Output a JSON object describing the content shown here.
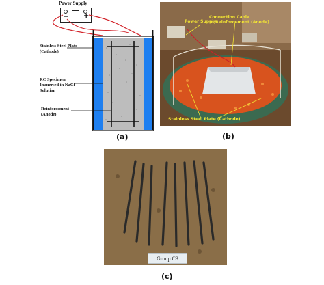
{
  "panel_a": {
    "power_supply": "Power Supply",
    "minus": "−",
    "plus": "+",
    "labels": [
      [
        "Stainless Steel Plate",
        "(Cathode)"
      ],
      [
        "RC Specimen",
        "Immersed in NaCl",
        "Solution"
      ],
      [
        "Reinforcement",
        "(Anode)"
      ]
    ],
    "caption": "(a)"
  },
  "panel_b": {
    "labels": {
      "power_supply": "Power Supply",
      "cable": [
        "Connection Cable",
        "to Reinforcement (Anode)"
      ],
      "plate": "Stainless Steel Plate (Cathode)"
    },
    "caption": "(b)"
  },
  "panel_c": {
    "card": "Group C3",
    "caption": "(c)"
  },
  "colors": {
    "water": "#1e7ff0",
    "specimen": "#bdbdbd",
    "solution": "#d8531e",
    "tub": "#3b6a50",
    "label_text": "#f3e533"
  }
}
